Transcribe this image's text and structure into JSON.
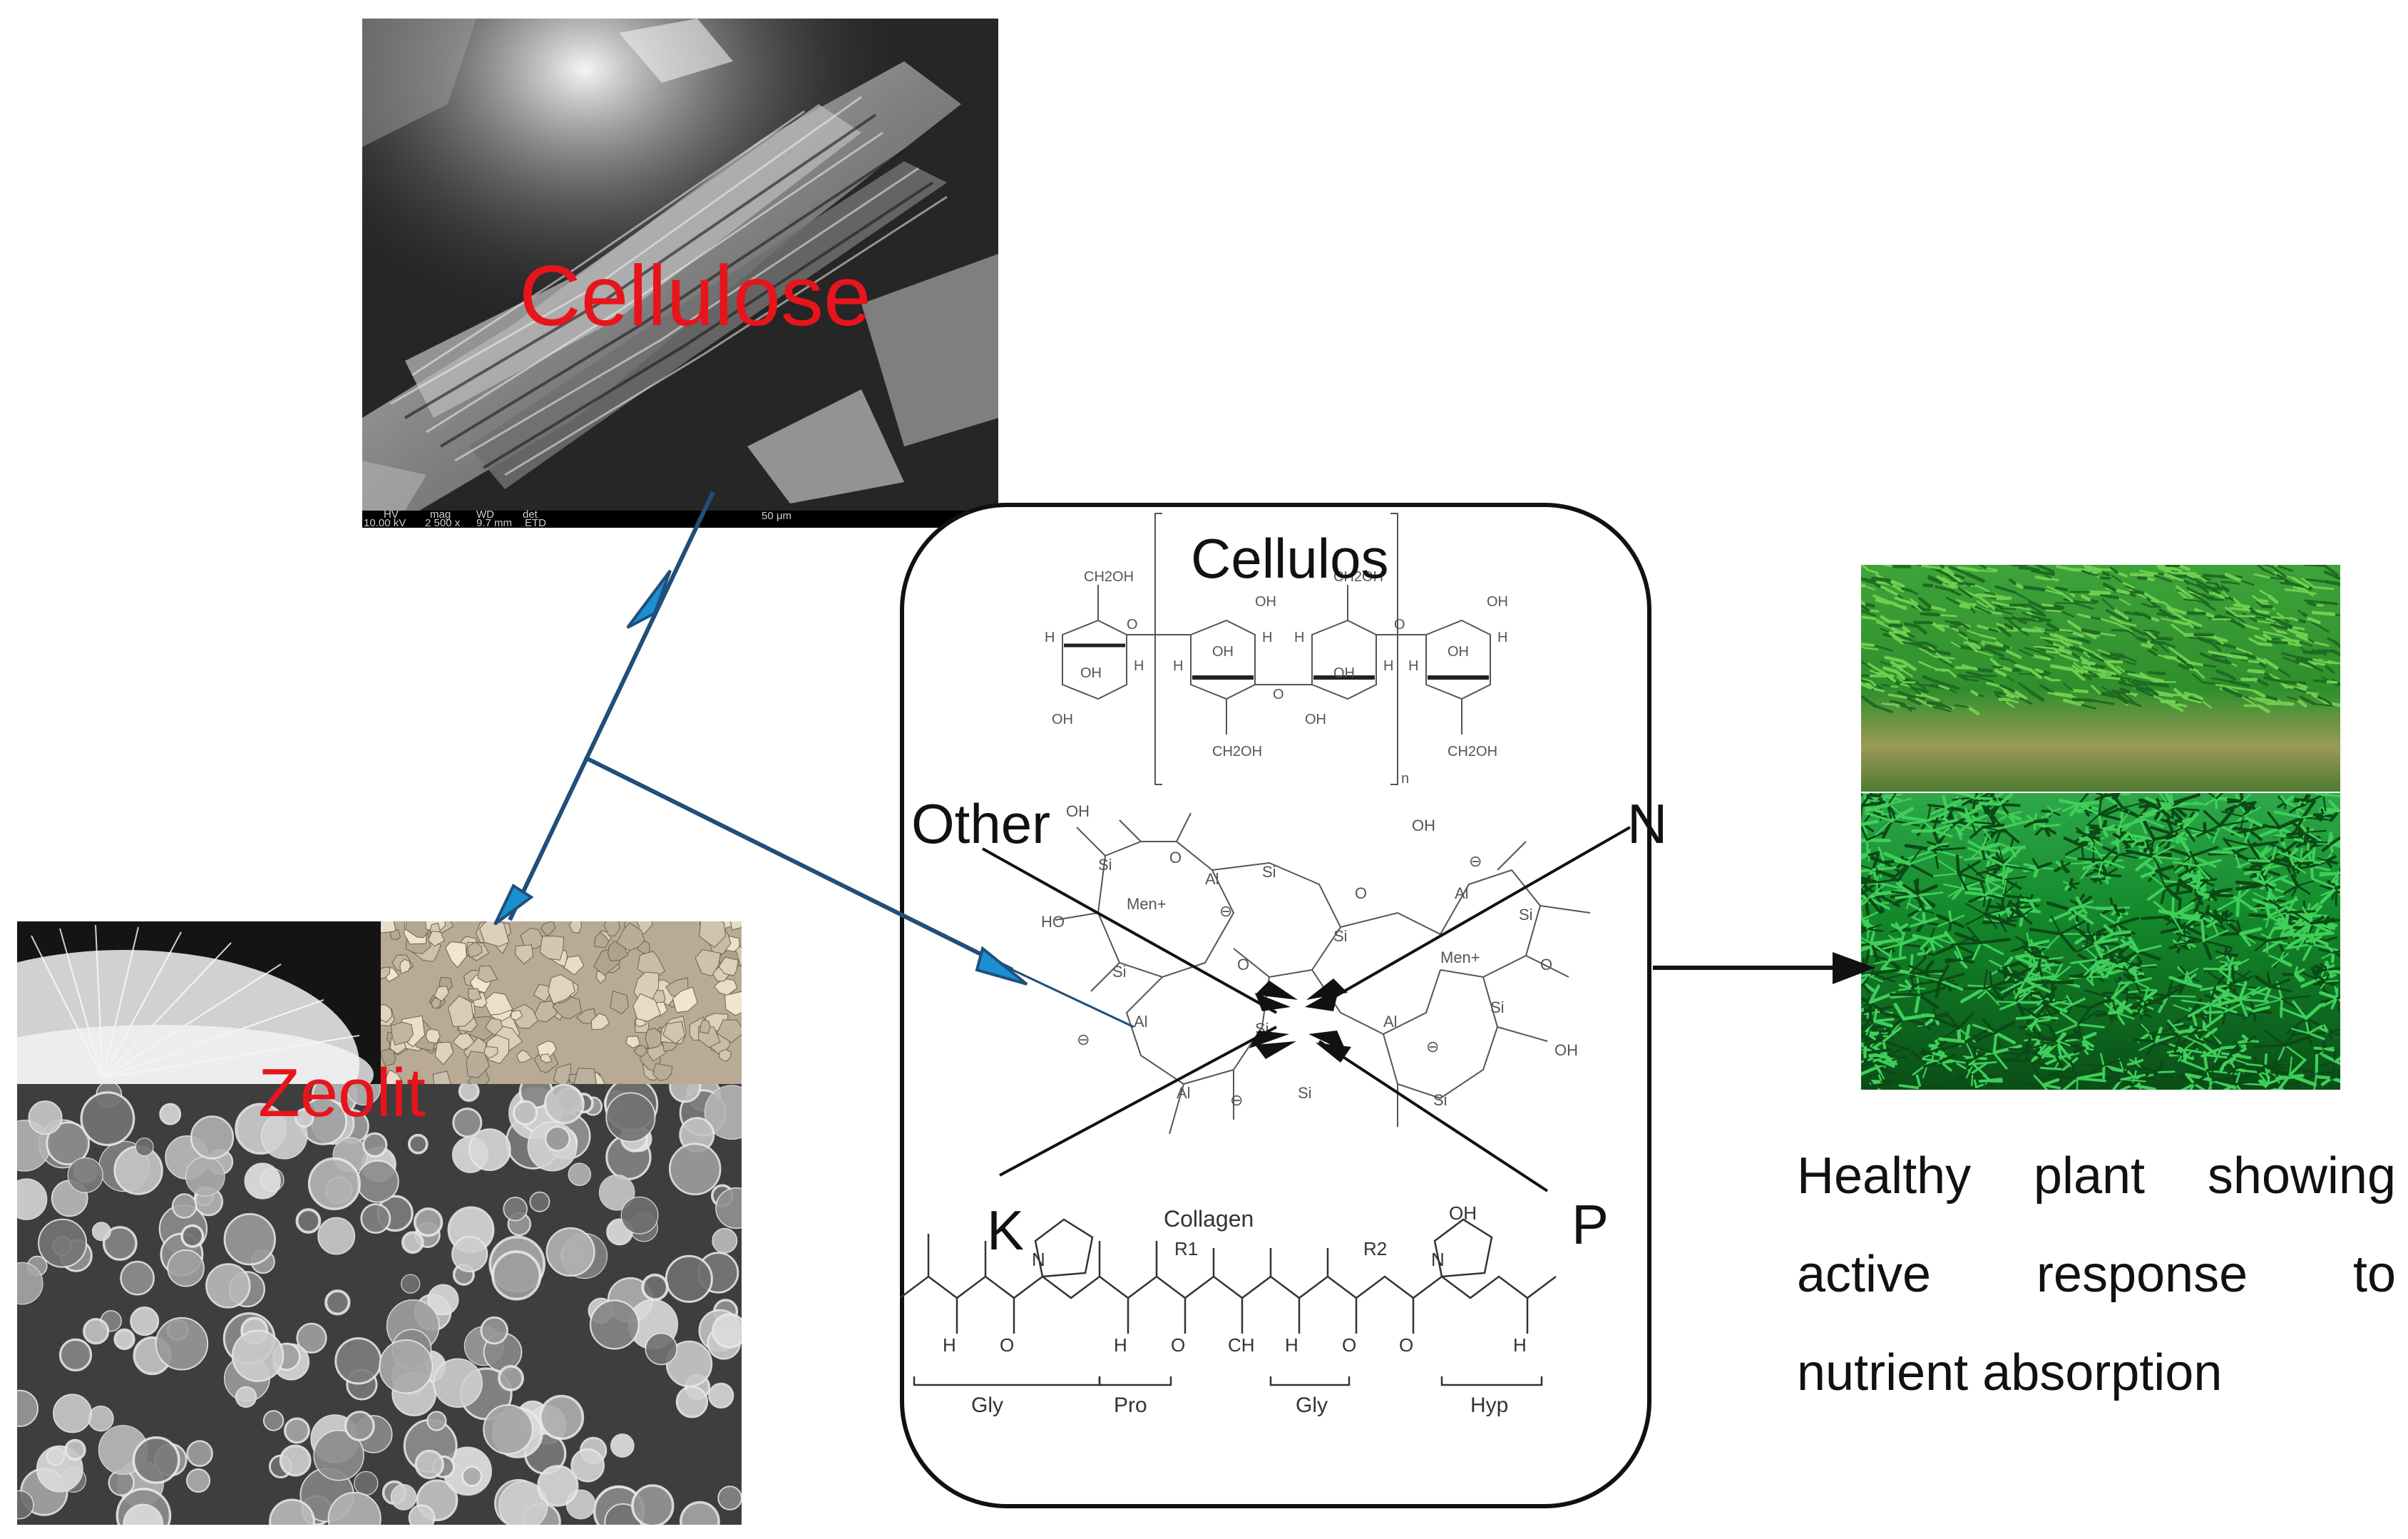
{
  "cellulose_panel": {
    "label": "Cellulose",
    "label_color": "#e8141b",
    "sem_bar_fields": [
      "HV",
      "mag",
      "WD",
      "det"
    ],
    "sem_bar_values": [
      "10.00 kV",
      "2 500 x",
      "9.7 mm",
      "ETD"
    ],
    "sem_scale": "50 μm"
  },
  "zeolite_panel": {
    "label": "Zeolit",
    "label_color": "#e8141b"
  },
  "central_box": {
    "cellulose_title": "Cellulos",
    "collagen_title": "Collagen",
    "nutrients": {
      "other": "Other",
      "n": "N",
      "k": "K",
      "p": "P"
    },
    "collagen_residues": [
      "Gly",
      "Pro",
      "Gly",
      "Hyp"
    ],
    "cellulose_atoms": {
      "ch2oh": "CH2OH",
      "oh": "OH",
      "h": "H",
      "o": "O",
      "n": "n"
    },
    "zeolite_atoms": {
      "si": "Si",
      "al": "Al",
      "o": "O",
      "oh": "OH",
      "ho": "HO",
      "men": "Men+",
      "minus": "⊖"
    },
    "collagen_atoms": {
      "r1": "R1",
      "r2": "R2",
      "oh": "OH",
      "h": "H",
      "n": "N",
      "o": "O",
      "ch": "CH"
    }
  },
  "plant_panel": {
    "caption": "Healthy plant showing active response to nutrient absorption"
  },
  "colors": {
    "arrow_blue": "#1a8fd1",
    "connector_blue": "#1f4f7a",
    "outline": "#111111",
    "field_green": "#1a7a23"
  },
  "icons": [
    "double-arrowhead-icon",
    "arrowhead-icon"
  ]
}
